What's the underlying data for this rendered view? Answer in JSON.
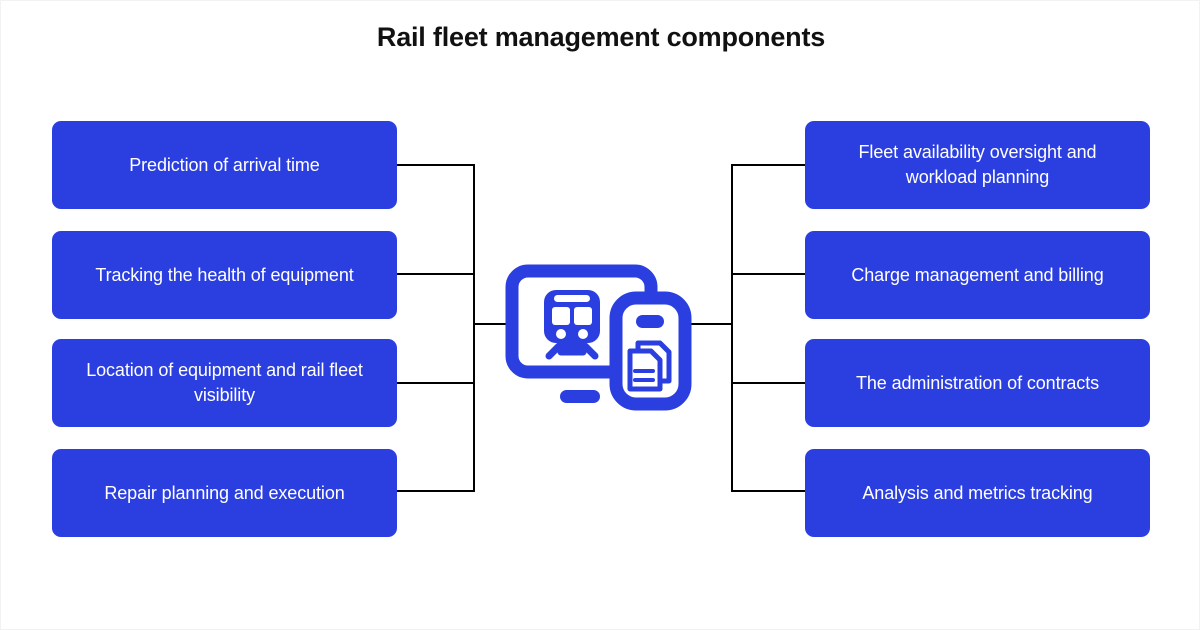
{
  "title": "Rail fleet management components",
  "colors": {
    "node_fill": "#2b3fe0",
    "node_text": "#ffffff",
    "icon_blue": "#2b3fe0",
    "connector": "#000000",
    "background": "#ffffff",
    "title_text": "#111111"
  },
  "center_icon": {
    "name": "rail-fleet-monitor-and-mobile-icon",
    "parts": [
      "desktop-monitor",
      "train-front-on-screen",
      "mobile-device",
      "stacked-documents"
    ]
  },
  "left_column": {
    "items": [
      {
        "id": "prediction-of-arrival-time",
        "label": "Prediction of arrival time"
      },
      {
        "id": "tracking-the-health-of-equipment",
        "label": "Tracking the health of equipment"
      },
      {
        "id": "location-of-equipment-and-rail-fleet-visibility",
        "label": "Location of equipment and rail fleet visibility"
      },
      {
        "id": "repair-planning-and-execution",
        "label": "Repair planning and execution"
      }
    ]
  },
  "right_column": {
    "items": [
      {
        "id": "fleet-availability-oversight-and-workload-planning",
        "label": "Fleet availability oversight and workload planning"
      },
      {
        "id": "charge-management-and-billing",
        "label": "Charge management and billing"
      },
      {
        "id": "the-administration-of-contracts",
        "label": "The administration of contracts"
      },
      {
        "id": "analysis-and-metrics-tracking",
        "label": "Analysis and metrics tracking"
      }
    ]
  }
}
